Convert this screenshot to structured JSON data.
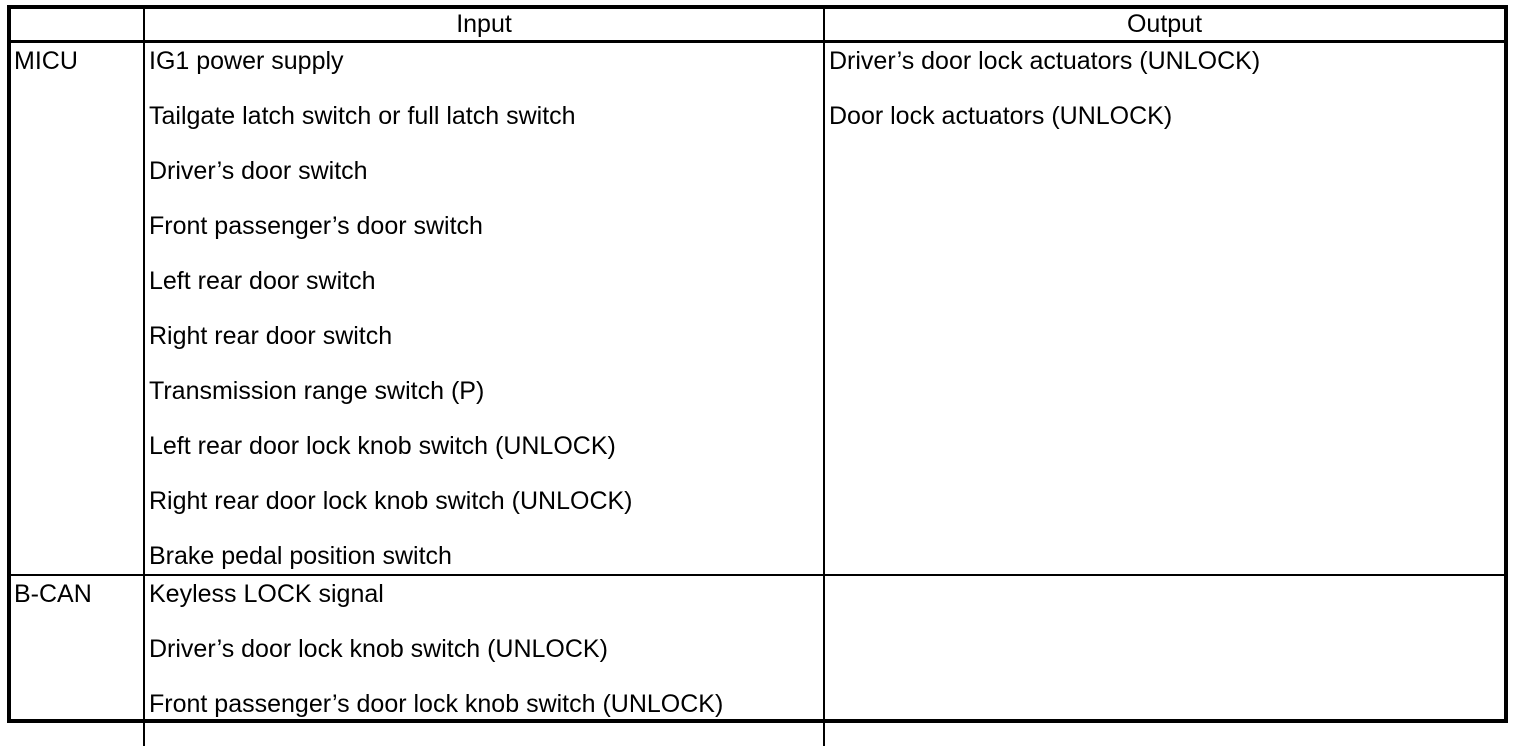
{
  "table": {
    "headers": {
      "source": "",
      "input": "Input",
      "output": "Output"
    },
    "rows": [
      {
        "source": "MICU",
        "inputs": [
          "IG1 power supply",
          "Tailgate latch switch or full latch switch",
          "Driver’s door switch",
          "Front passenger’s door switch",
          "Left rear door switch",
          "Right rear door switch",
          "Transmission range switch (P)",
          "Left rear door lock knob switch (UNLOCK)",
          "Right rear door lock knob switch (UNLOCK)",
          "Brake pedal position switch"
        ],
        "outputs": [
          "Driver’s door lock actuators (UNLOCK)",
          "Door lock actuators (UNLOCK)"
        ]
      },
      {
        "source": "B-CAN",
        "inputs": [
          "Keyless LOCK signal",
          "Driver’s door lock knob switch (UNLOCK)",
          "Front passenger’s door lock knob switch (UNLOCK)"
        ],
        "outputs": []
      }
    ]
  },
  "colors": {
    "border": "#000000",
    "background": "#ffffff",
    "text": "#000000"
  }
}
